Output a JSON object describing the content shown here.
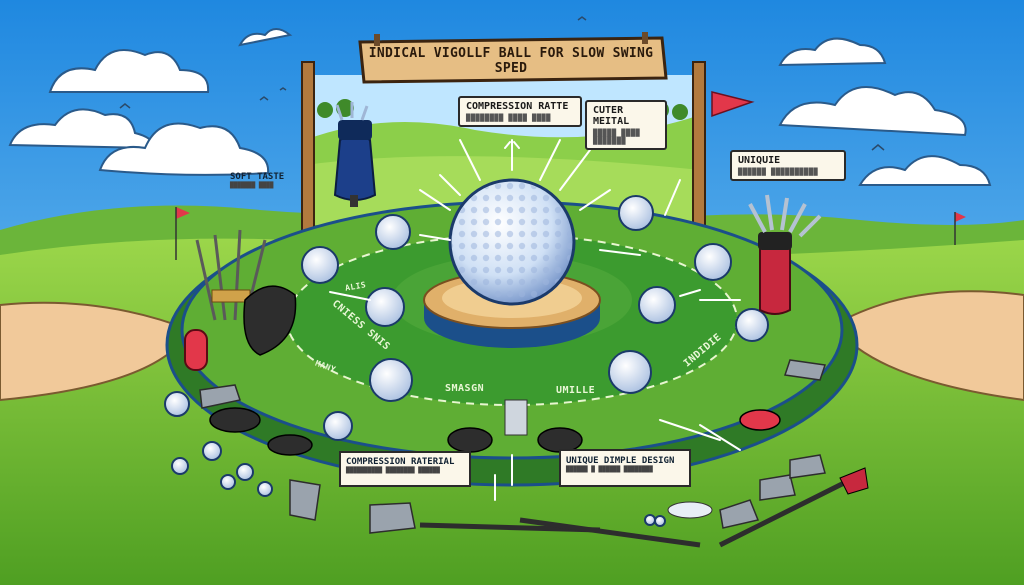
{
  "sign": {
    "title": "INDICAL VIGOLLF BALL FOR SLOW SWING SPED"
  },
  "cards": {
    "compression_rate": "COMPRESSION RATTE",
    "compression_rate_sub": "████████ ████ ████",
    "cover_material": "CUTER MEITAL",
    "cover_material_sub": "█████ ████ ███████",
    "unique": "UNIQUIE",
    "unique_sub": "██████ ██████████",
    "soft_taste": "SOFT TASTE",
    "soft_taste_sub": "███████ ████",
    "compression_material": "COMPRESSION RATERIAL",
    "compression_material_sub": "██████████ ████████ ██████",
    "dimple_design": "UNIQUE DIMPLE DESIGN",
    "dimple_design_sub": "██████ █ ██████ ████████"
  },
  "ring_labels": {
    "left1": "CNIESS SNIS",
    "left2": "ALIS",
    "bottom1": "SMASGN",
    "bottom2": "UMILLE",
    "right1": "INDIDIE",
    "small1": "MANY"
  },
  "colors": {
    "sky": "#3aa0e8",
    "grass": "#7cc23c",
    "ring": "#3c9b2f",
    "ring_edge": "#1b4f8a",
    "sand": "#f1c99a",
    "wood": "#b27a3e",
    "flag": "#e2374a"
  }
}
